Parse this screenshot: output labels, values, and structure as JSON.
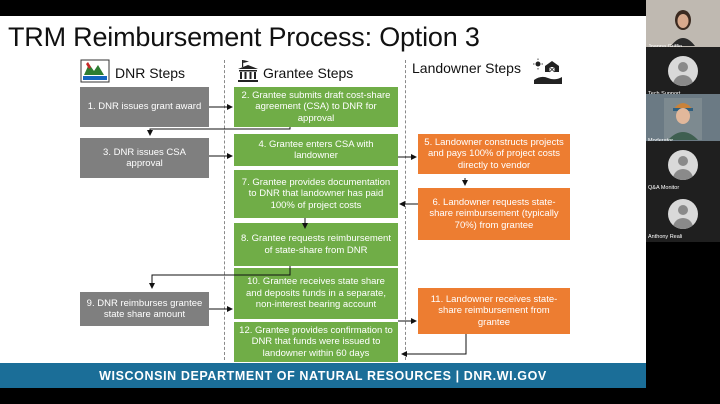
{
  "slide": {
    "title": "TRM Reimbursement Process: Option 3",
    "columns": {
      "dnr": "DNR Steps",
      "grantee": "Grantee Steps",
      "landowner": "Landowner Steps"
    },
    "steps": {
      "s1": "1. DNR issues grant award",
      "s2": "2. Grantee submits draft cost-share agreement (CSA) to DNR for approval",
      "s3": "3. DNR issues CSA approval",
      "s4": "4. Grantee enters CSA with landowner",
      "s5": "5. Landowner constructs projects and pays 100% of project costs directly to vendor",
      "s6": "6. Landowner requests state-share reimbursement (typically 70%) from grantee",
      "s7": "7. Grantee provides documentation to DNR that landowner has paid 100% of project costs",
      "s8": "8. Grantee requests reimbursement of state-share from DNR",
      "s9": "9. DNR reimburses grantee state share amount",
      "s10": "10. Grantee receives state share and deposits funds in a separate, non-interest bearing account",
      "s11": "11. Landowner receives state-share reimbursement from grantee",
      "s12": "12. Grantee provides confirmation to DNR that funds were issued to landowner within 60 days"
    },
    "footer": "WISCONSIN DEPARTMENT OF NATURAL RESOURCES | DNR.WI.GOV",
    "colors": {
      "gray": "#7f7f7f",
      "green": "#70ad47",
      "orange": "#ed7d31",
      "footer": "#1b6e98"
    },
    "icons": [
      "dnr-logo-icon",
      "building-icon",
      "barn-icon"
    ]
  },
  "participants": [
    {
      "name": "Joanna Griffin"
    },
    {
      "name": "Tech Support"
    },
    {
      "name": "Moderator"
    },
    {
      "name": "Q&A Monitor"
    },
    {
      "name": "Anthony Reali"
    }
  ]
}
